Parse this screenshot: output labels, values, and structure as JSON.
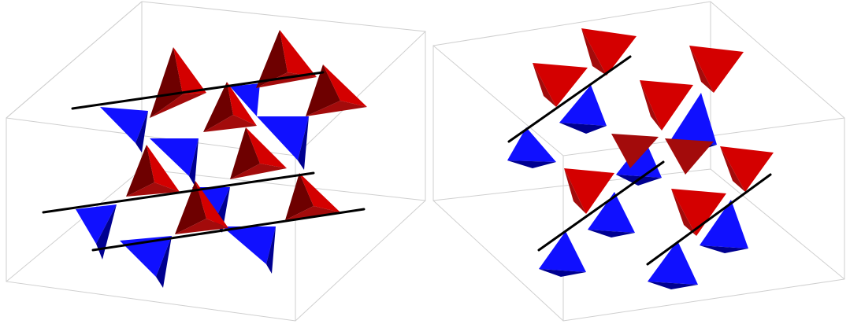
{
  "colors": {
    "background": "#ffffff",
    "red_bright": "#d40000",
    "red_dark": "#6e0000",
    "red_mid": "#a30b0b",
    "blue_bright": "#1010ff",
    "blue_dark": "#000090",
    "blue_mid": "#0a0ac8",
    "chain_line": "#000000",
    "box_edge": "#cfcfcf"
  },
  "panels": [
    {
      "name": "left-structure-panel",
      "view": "chains-horizontal"
    },
    {
      "name": "right-structure-panel",
      "view": "chains-diagonal"
    }
  ]
}
